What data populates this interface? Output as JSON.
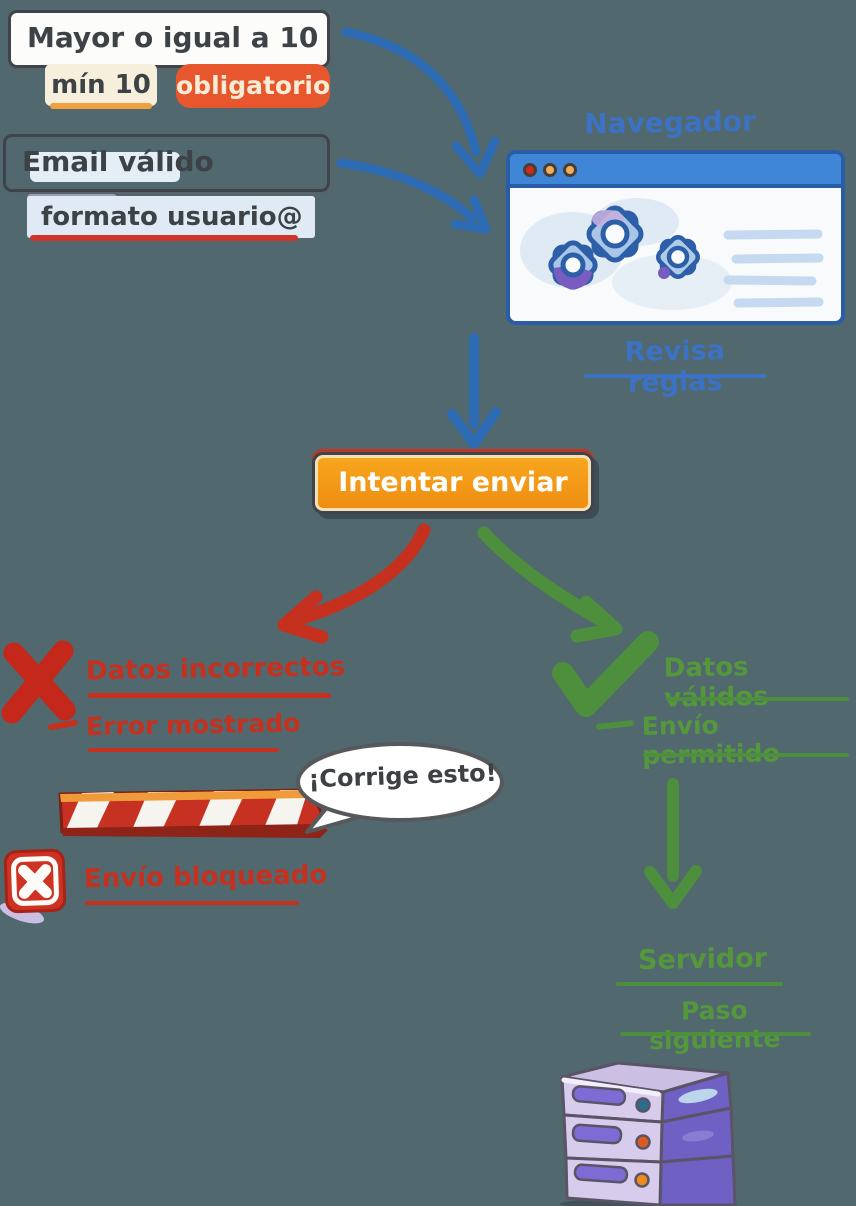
{
  "canvas": {
    "background": "#51686e"
  },
  "rules": {
    "rule1": {
      "label": "Mayor o igual a 10",
      "chip_min": "mín 10",
      "chip_required": "obligatorio"
    },
    "rule2": {
      "label": "Email válido",
      "format_note": "formato usuario@"
    }
  },
  "browser": {
    "label": "Navegador",
    "caption": "Revisa reglas"
  },
  "flow": {
    "submit_label": "Intentar enviar"
  },
  "error_branch": {
    "title": "Datos incorrectos",
    "step": "Error mostrado",
    "callout": "¡Corrige esto!",
    "blocked": "Envío bloqueado"
  },
  "success_branch": {
    "title": "Datos válidos",
    "step": "Envío permitido",
    "server_label": "Servidor",
    "server_step": "Paso siguiente"
  },
  "icons": {
    "error_cross": "hand-drawn red X",
    "blocked_box": "red rounded square with white X",
    "success_check": "hand-drawn green checkmark",
    "browser_gears": "three gears inside browser window",
    "barrier": "red and white striped barrier",
    "server_stack": "purple three-unit server stack"
  },
  "colors": {
    "background": "#51686e",
    "ink": "#3d4247",
    "blue_arrow": "#2d6cb4",
    "blue_text": "#3b72c4",
    "red": "#c5301f",
    "green": "#4d8f3d",
    "button_orange": "#f49d17",
    "chip_orange": "#e7562d",
    "chip_cream": "#f6efdc",
    "server_purple": "#6f60c4"
  }
}
